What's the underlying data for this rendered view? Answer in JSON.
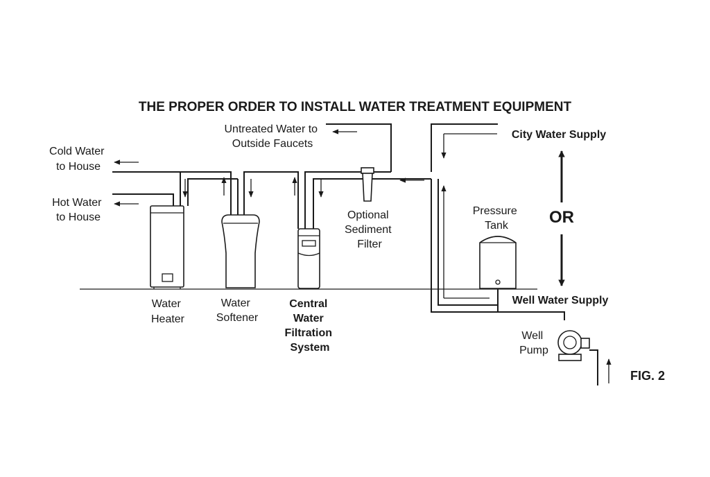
{
  "title": "THE PROPER ORDER TO INSTALL WATER TREATMENT EQUIPMENT",
  "labels": {
    "cold_water": [
      "Cold Water",
      "to House"
    ],
    "hot_water": [
      "Hot Water",
      "to House"
    ],
    "untreated_water": [
      "Untreated Water to",
      "Outside Faucets"
    ],
    "city_supply": "City Water Supply",
    "well_supply": "Well Water Supply",
    "or": "OR",
    "pressure_tank": [
      "Pressure",
      "Tank"
    ],
    "sediment_filter": [
      "Optional",
      "Sediment",
      "Filter"
    ],
    "water_heater": [
      "Water",
      "Heater"
    ],
    "water_softener": [
      "Water",
      "Softener"
    ],
    "central_filtration": [
      "Central",
      "Water",
      "Filtration",
      "System"
    ],
    "well_pump": [
      "Well",
      "Pump"
    ],
    "figure": "FIG. 2"
  }
}
